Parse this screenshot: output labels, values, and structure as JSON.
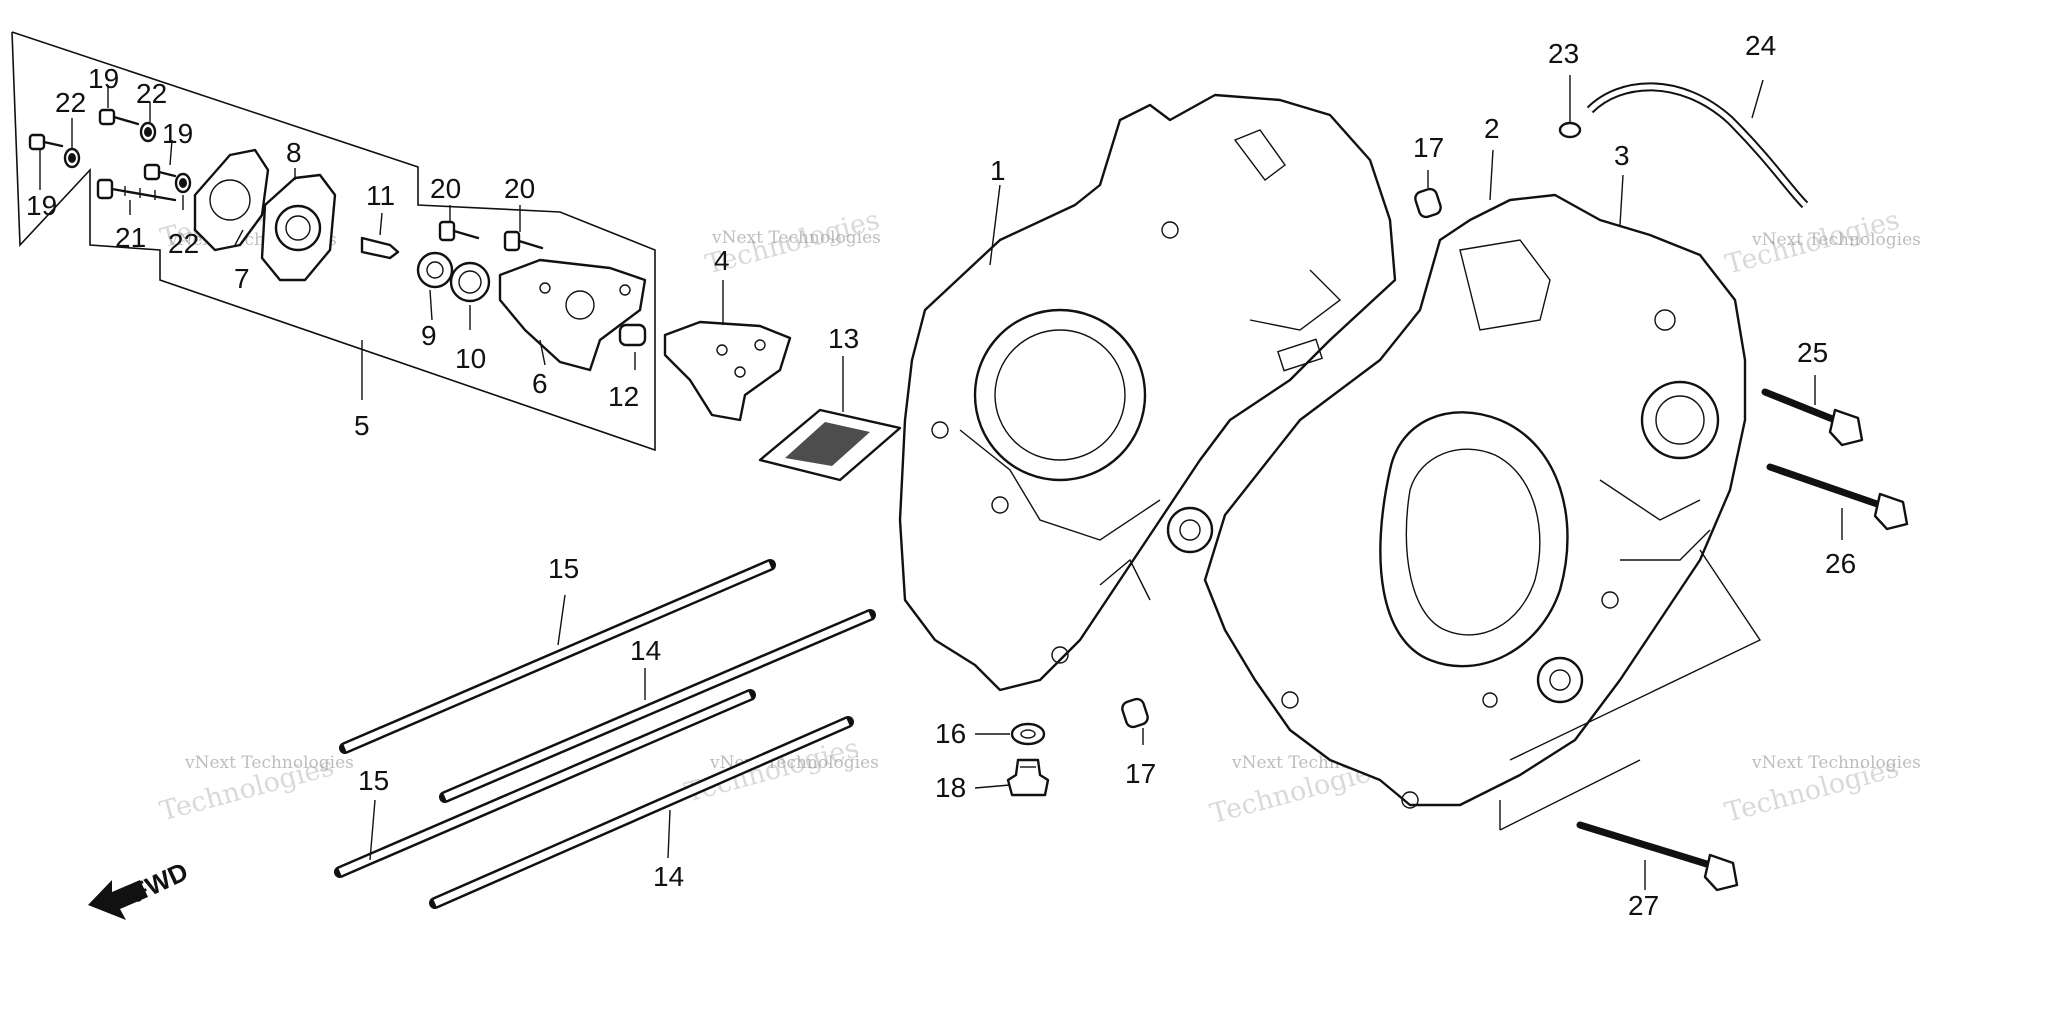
{
  "labels": {
    "p1": "1",
    "p2": "2",
    "p3": "3",
    "p4": "4",
    "p5": "5",
    "p6": "6",
    "p7": "7",
    "p8": "8",
    "p9": "9",
    "p10": "10",
    "p11": "11",
    "p12": "12",
    "p13": "13",
    "p14a": "14",
    "p14b": "14",
    "p15a": "15",
    "p15b": "15",
    "p16": "16",
    "p17a": "17",
    "p17b": "17",
    "p18": "18",
    "p19a": "19",
    "p19b": "19",
    "p19c": "19",
    "p20a": "20",
    "p20b": "20",
    "p21": "21",
    "p22a": "22",
    "p22b": "22",
    "p22c": "22",
    "p23": "23",
    "p24": "24",
    "p25": "25",
    "p26": "26",
    "p27": "27"
  },
  "fwd_label": "FWD",
  "watermark": {
    "small": "vNext Technologies",
    "big": "Technologies",
    "brand": "vNext"
  }
}
